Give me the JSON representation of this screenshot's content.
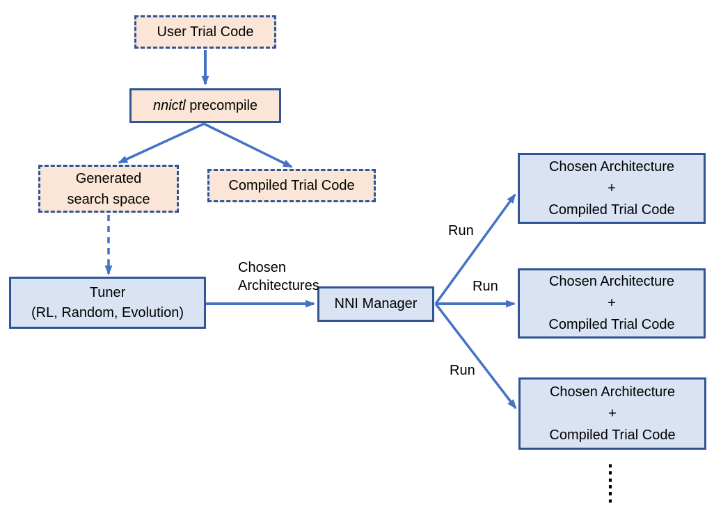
{
  "diagram": {
    "nodes": {
      "user_trial_code": {
        "label": "User Trial Code"
      },
      "nnictl_precompile": {
        "command": "nnictl",
        "rest": " precompile"
      },
      "generated_search_space": {
        "line1": "Generated",
        "line2": "search space"
      },
      "compiled_trial_code": {
        "label": "Compiled Trial Code"
      },
      "tuner": {
        "line1": "Tuner",
        "line2": "(RL, Random, Evolution)"
      },
      "nni_manager": {
        "label": "NNI Manager"
      },
      "trial_output": {
        "line1": "Chosen Architecture",
        "line2": "+",
        "line3": "Compiled Trial Code"
      }
    },
    "edge_labels": {
      "chosen_architectures_line1": "Chosen",
      "chosen_architectures_line2": "Architectures",
      "run_top": "Run",
      "run_middle": "Run",
      "run_bottom": "Run"
    },
    "ellipsis": "⋮",
    "colors": {
      "peach_fill": "#FBE5D6",
      "blue_fill": "#DAE3F3",
      "border": "#2F5597",
      "arrow": "#4472C4",
      "text": "#000000",
      "background": "#FFFFFF"
    }
  }
}
